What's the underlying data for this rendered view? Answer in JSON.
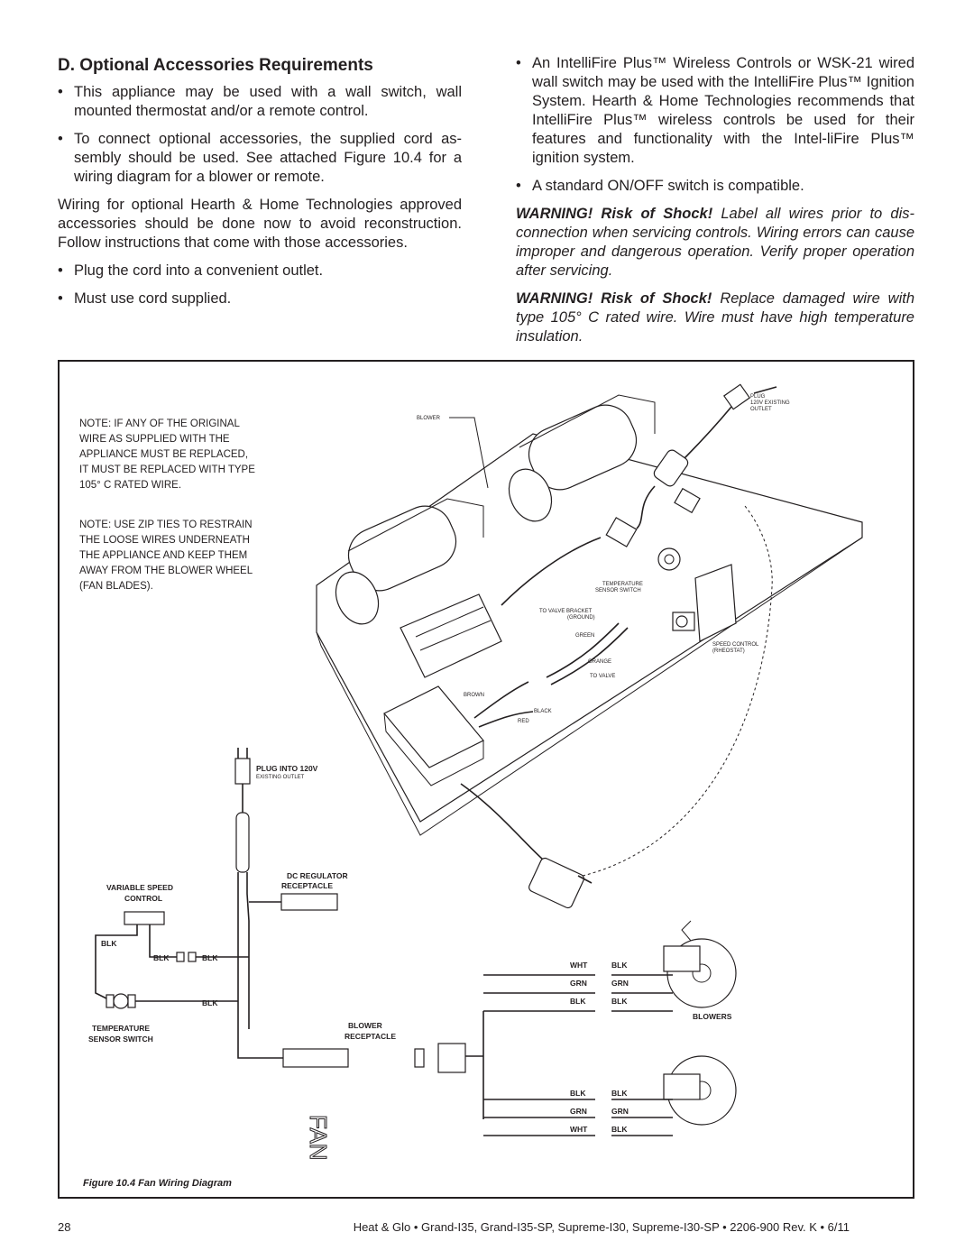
{
  "heading": "D. Optional Accessories Requirements",
  "left": {
    "bullet1": "This appliance may be used with a wall switch, wall mounted thermostat and/or a remote control.",
    "bullet2": "To connect optional accessories, the supplied cord as-sembly should be used. See attached Figure 10.4 for a wiring diagram for a blower or remote.",
    "para": "Wiring for optional Hearth & Home Technologies approved accessories should be done now to avoid reconstruction. Follow instructions that come with those accessories.",
    "bullet3": "Plug the cord into a convenient outlet.",
    "bullet4": "Must use cord supplied."
  },
  "right": {
    "bullet1": "An IntelliFire Plus™ Wireless Controls or WSK-21 wired wall switch may be used with the IntelliFire Plus™ Ignition System. Hearth & Home Technologies recommends that IntelliFire Plus™ wireless controls be used for their features and functionality with the Intel-liFire Plus™ ignition system.",
    "bullet2": "A standard ON/OFF switch is compatible.",
    "warn1_bold": "WARNING! Risk of Shock!",
    "warn1_text": " Label all wires prior to dis-connection when servicing controls. Wiring errors can cause improper and dangerous operation. Verify proper operation after servicing.",
    "warn2_bold": "WARNING! Risk of Shock!",
    "warn2_text": " Replace damaged wire with type 105° C rated wire. Wire must have high temperature insulation."
  },
  "figure": {
    "note1_lines": [
      "NOTE: IF ANY OF THE ORIGINAL",
      "WIRE  AS SUPPLIED WITH THE",
      "APPLIANCE MUST BE REPLACED,",
      "IT MUST BE REPLACED WITH TYPE",
      "105° C RATED WIRE."
    ],
    "note2_lines": [
      "NOTE: USE ZIP TIES TO RESTRAIN",
      "THE LOOSE WIRES UNDERNEATH",
      "THE APPLIANCE AND KEEP THEM",
      "AWAY FROM THE BLOWER WHEEL",
      "(FAN BLADES)."
    ],
    "labels": {
      "blower": "BLOWER",
      "plug": "PLUG",
      "plug_existing": "120V EXISTING",
      "plug_outlet": "OUTLET",
      "temp_sensor": "TEMPERATURE",
      "temp_sensor2": "SENSOR SWITCH",
      "valve_bracket": "TO VALVE BRACKET",
      "ground": "(GROUND)",
      "green": "GREEN",
      "orange": "ORANGE",
      "to_valve": "TO VALVE",
      "speed_control": "SPEED CONTROL",
      "rheostat": "(RHEOSTAT)",
      "brown": "BROWN",
      "black": "BLACK",
      "red": "RED",
      "plug_into": "PLUG INTO 120V",
      "existing_outlet": "EXISTING OUTLET",
      "dc_regulator": "DC REGULATOR",
      "receptacle": "RECEPTACLE",
      "variable_speed": "VARIABLE SPEED",
      "control": "CONTROL",
      "blk": "BLK",
      "wht": "WHT",
      "grn": "GRN",
      "temperature": "TEMPERATURE",
      "sensor_switch": "SENSOR SWITCH",
      "blower_rec": "BLOWER",
      "receptacle2": "RECEPTACLE",
      "blowers": "BLOWERS",
      "fan": "FAN"
    },
    "caption": "Figure 10.4  Fan Wiring Diagram"
  },
  "footer": {
    "page": "28",
    "text": "Heat & Glo • Grand-I35, Grand-I35-SP, Supreme-I30, Supreme-I30-SP • 2206-900 Rev. K • 6/11"
  }
}
